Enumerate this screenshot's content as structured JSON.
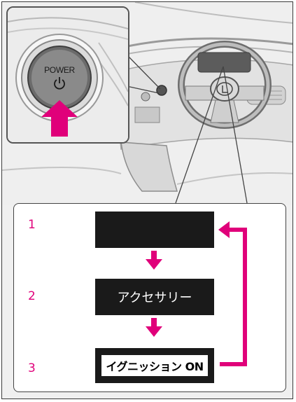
{
  "inset": {
    "button_text": "POWER",
    "icon": "power-icon"
  },
  "steps": [
    {
      "number": "1",
      "label": ""
    },
    {
      "number": "2",
      "label": "アクセサリー"
    },
    {
      "number": "3",
      "label": "イグニッション ON"
    }
  ],
  "colors": {
    "accent": "#e0007a",
    "box": "#1a1a1a",
    "line": "#444444"
  }
}
